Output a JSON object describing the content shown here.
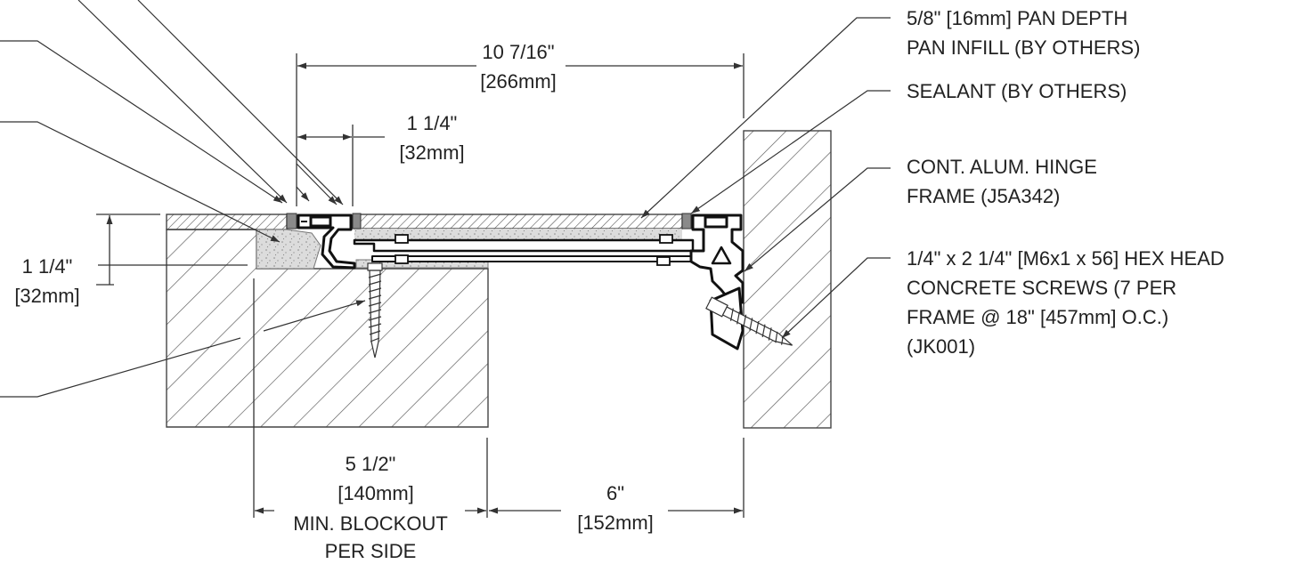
{
  "dimensions": {
    "overall_width": {
      "imperial": "10 7/16\"",
      "metric": "[266mm]"
    },
    "gap_width": {
      "imperial": "1 1/4\"",
      "metric": "[32mm]"
    },
    "depth": {
      "imperial": "1 1/4\"",
      "metric": "[32mm]"
    },
    "blockout": {
      "imperial": "5 1/2\"",
      "metric": "[140mm]",
      "note_line1": "MIN. BLOCKOUT",
      "note_line2": "PER SIDE"
    },
    "joint_opening": {
      "imperial": "6\"",
      "metric": "[152mm]"
    }
  },
  "callouts": {
    "pan": {
      "line1": "5/8\" [16mm] PAN DEPTH",
      "line2": "PAN INFILL (BY OTHERS)"
    },
    "sealant": {
      "line1": "SEALANT (BY OTHERS)"
    },
    "hinge": {
      "line1": "CONT. ALUM. HINGE",
      "line2": "FRAME (J5A342)"
    },
    "screws": {
      "line1": "1/4\" x 2 1/4\" [M6x1 x 56] HEX HEAD",
      "line2": "CONCRETE SCREWS (7 PER",
      "line3": "FRAME @ 18\" [457mm] O.C.)",
      "line4": "(JK001)"
    }
  },
  "colors": {
    "line": "#333333",
    "hatch": "#555555",
    "grout": "#d9d9d9",
    "sealant": "#8a8a8a",
    "metal": "#111111"
  }
}
